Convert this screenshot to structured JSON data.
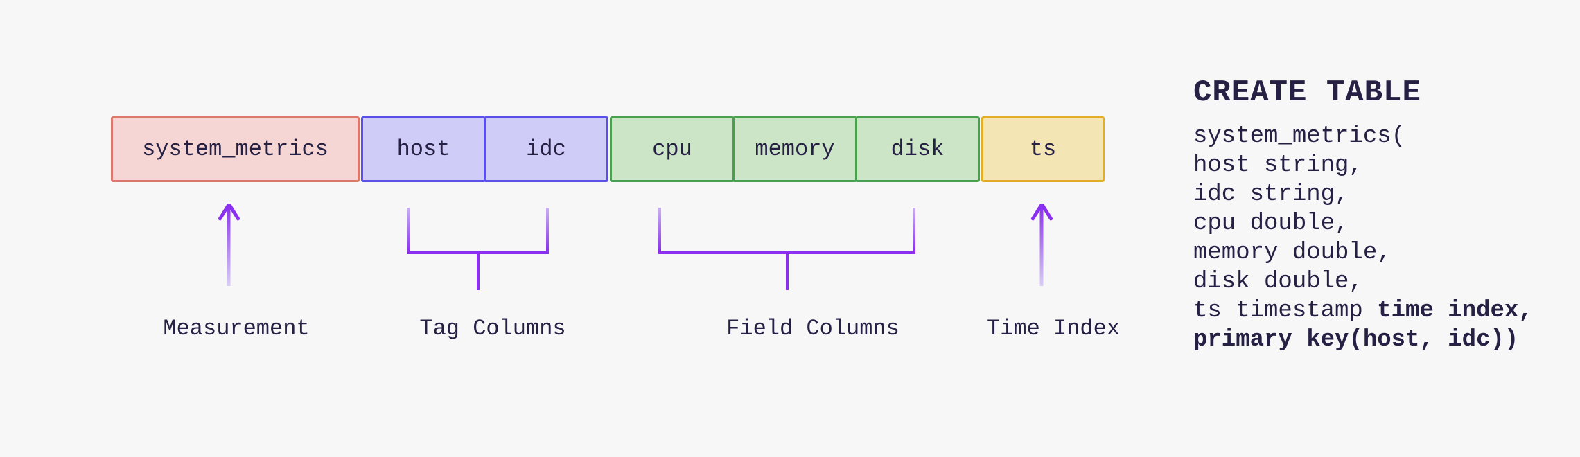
{
  "diagram": {
    "measurement": "system_metrics",
    "tag_columns": [
      "host",
      "idc"
    ],
    "field_columns": [
      "cpu",
      "memory",
      "disk"
    ],
    "time_index": "ts"
  },
  "labels": {
    "measurement": "Measurement",
    "tag": "Tag Columns",
    "field": "Field Columns",
    "time": "Time Index"
  },
  "sql": {
    "title": "CREATE TABLE",
    "lines": [
      {
        "text": "system_metrics("
      },
      {
        "text": "host string,"
      },
      {
        "text": "idc string,"
      },
      {
        "text": "cpu double,"
      },
      {
        "text": "memory double,"
      },
      {
        "text": "disk double,"
      },
      {
        "pre": "ts timestamp ",
        "bold": "time index,"
      },
      {
        "bold": "primary key(host, idc))"
      }
    ]
  },
  "colors": {
    "bg": "#f7f7f8",
    "ink": "#262144",
    "measurement-fill": "#f5d6d4",
    "measurement-border": "#dc796c",
    "tag-fill": "#cfccf8",
    "tag-border": "#5a4fe8",
    "field-fill": "#cce5c7",
    "field-border": "#4ba04f",
    "time-fill": "#f4e5b4",
    "time-border": "#e3ad28",
    "accent-purple": "#8b30f0",
    "accent-purple-soft": "#c9b0f2",
    "accent-purple-fade": "#d9cdf6"
  }
}
